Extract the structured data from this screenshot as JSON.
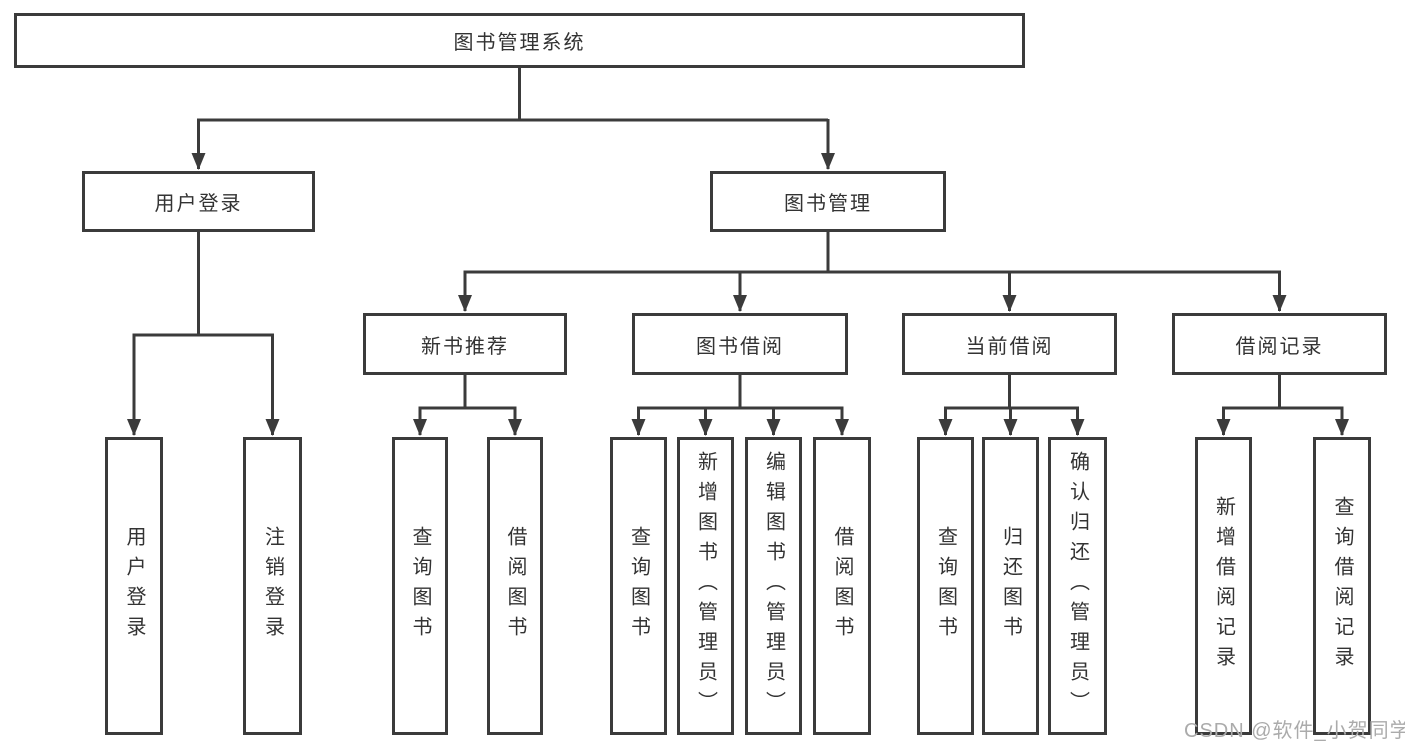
{
  "diagram": {
    "root": {
      "label": "图书管理系统"
    },
    "branches": [
      {
        "label": "用户登录",
        "children": [
          {
            "label": "用户登录"
          },
          {
            "label": "注销登录"
          }
        ]
      },
      {
        "label": "图书管理",
        "children": [
          {
            "label": "新书推荐",
            "children": [
              {
                "label": "查询图书"
              },
              {
                "label": "借阅图书"
              }
            ]
          },
          {
            "label": "图书借阅",
            "children": [
              {
                "label": "查询图书"
              },
              {
                "label": "新增图书（管理员）"
              },
              {
                "label": "编辑图书（管理员）"
              },
              {
                "label": "借阅图书"
              }
            ]
          },
          {
            "label": "当前借阅",
            "children": [
              {
                "label": "查询图书"
              },
              {
                "label": "归还图书"
              },
              {
                "label": "确认归还（管理员）"
              }
            ]
          },
          {
            "label": "借阅记录",
            "children": [
              {
                "label": "新增借阅记录"
              },
              {
                "label": "查询借阅记录"
              }
            ]
          }
        ]
      }
    ]
  },
  "watermark": {
    "text": "CSDN @软件_小贺同学"
  },
  "colors": {
    "line": "#3b3b3b",
    "text": "#333333",
    "watermark": "#ababab",
    "background": "#ffffff"
  }
}
